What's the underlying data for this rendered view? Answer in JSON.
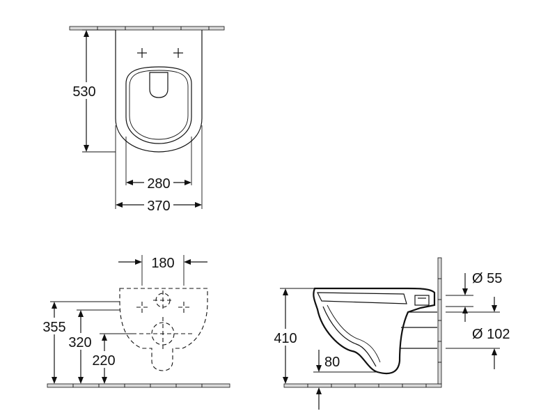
{
  "dimensions": {
    "top_view": {
      "length": "530",
      "inner_width": "280",
      "outer_width": "370"
    },
    "rear_view": {
      "fixing_spacing": "180",
      "height_355": "355",
      "height_320": "320",
      "height_220": "220"
    },
    "side_view": {
      "height": "410",
      "drain_offset": "80",
      "inlet_diameter": "Ø 55",
      "outlet_diameter": "Ø 102"
    }
  }
}
